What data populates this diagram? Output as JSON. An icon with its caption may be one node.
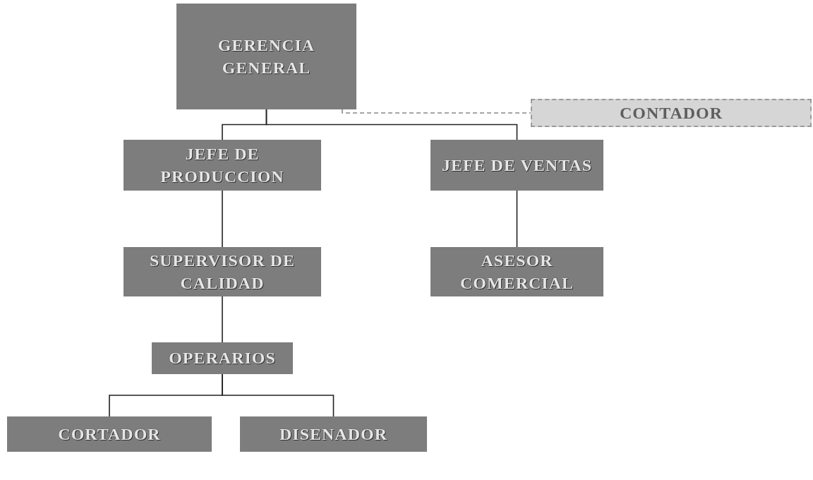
{
  "diagram": {
    "nodes": [
      {
        "text": [
          "GERENCIA GENERAL"
        ]
      },
      {
        "text": [
          "CONTADOR"
        ]
      },
      {
        "text": [
          "JEFE DE PRODUCCION"
        ]
      },
      {
        "text": [
          "JEFE DE VENTAS"
        ]
      },
      {
        "text": [
          "SUPERVISOR DE CALIDAD"
        ]
      },
      {
        "text": [
          "ASESOR COMERCIAL"
        ]
      },
      {
        "text": [
          "OPERARIOS"
        ]
      },
      {
        "text": [
          "CORTADOR"
        ]
      },
      {
        "text": [
          "DISENADOR"
        ]
      }
    ],
    "edges": [
      {
        "from": 0,
        "to": 1,
        "arrow": "none",
        "style": "dashed",
        "color": "#888888"
      },
      {
        "from": 0,
        "to": 2,
        "arrow": "none"
      },
      {
        "from": 0,
        "to": 3,
        "arrow": "none"
      },
      {
        "from": 2,
        "to": 4,
        "arrow": "none"
      },
      {
        "from": 3,
        "to": 5,
        "arrow": "none"
      },
      {
        "from": 4,
        "to": 6,
        "arrow": "none"
      },
      {
        "from": 6,
        "to": 7,
        "arrow": "none"
      },
      {
        "from": 6,
        "to": 8,
        "arrow": "none"
      }
    ]
  }
}
